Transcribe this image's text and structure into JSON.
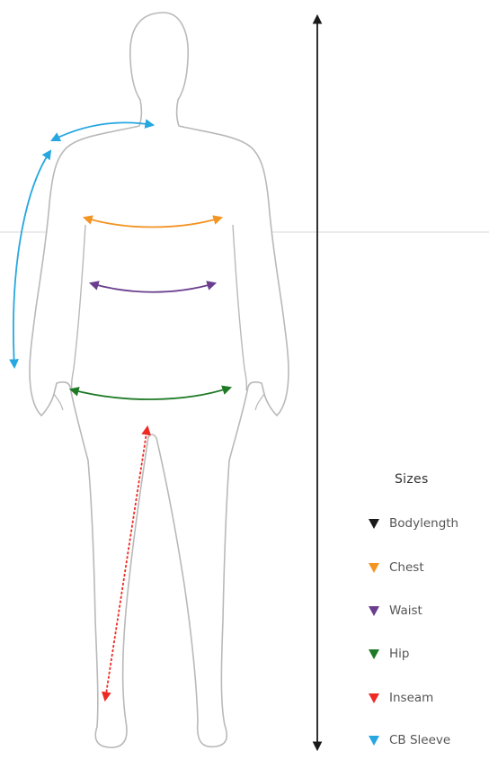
{
  "legend": {
    "title": "Sizes",
    "items": [
      {
        "key": "bodylength",
        "label": "Bodylength",
        "color": "#1a1a1a"
      },
      {
        "key": "chest",
        "label": "Chest",
        "color": "#f39423"
      },
      {
        "key": "waist",
        "label": "Waist",
        "color": "#6a3d8e"
      },
      {
        "key": "hip",
        "label": "Hip",
        "color": "#1f7a26"
      },
      {
        "key": "inseam",
        "label": "Inseam",
        "color": "#ee2a24"
      },
      {
        "key": "cb_sleeve",
        "label": "CB Sleeve",
        "color": "#27a7e0"
      }
    ]
  },
  "figure": {
    "outline_color": "#b9b9b9",
    "divider_color": "#e6e6e6"
  }
}
